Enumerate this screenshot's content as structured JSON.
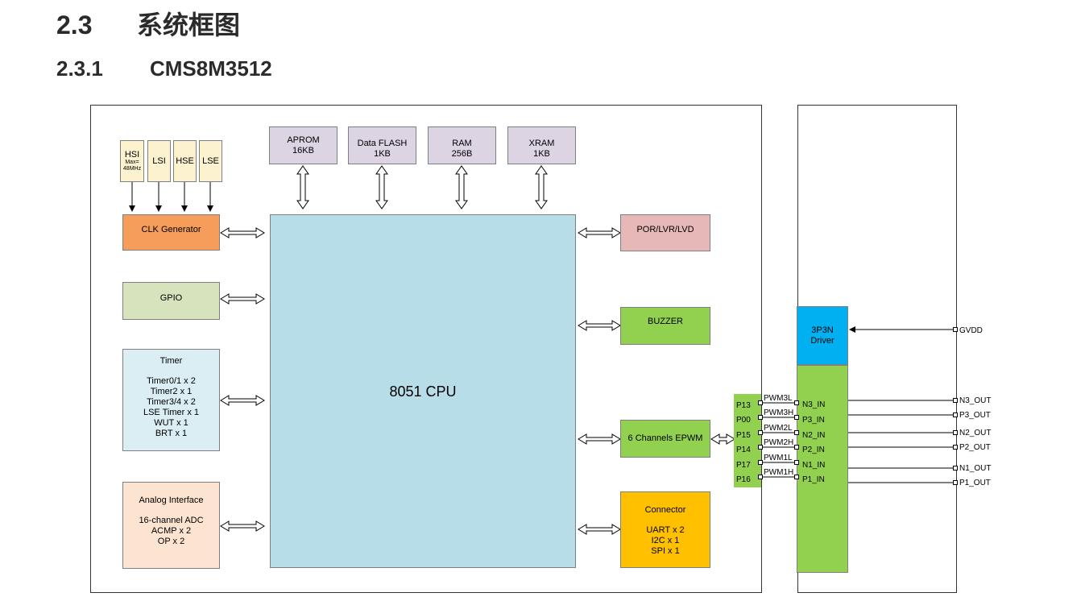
{
  "heading": {
    "number": "2.3",
    "title": "系统框图"
  },
  "subheading": {
    "number": "2.3.1",
    "title": "CMS8M3512"
  },
  "oscillators": [
    {
      "name": "HSI",
      "note1": "Max=",
      "note2": "48MHz"
    },
    {
      "name": "LSI"
    },
    {
      "name": "HSE"
    },
    {
      "name": "LSE"
    }
  ],
  "memories": [
    {
      "name": "APROM",
      "size": "16KB"
    },
    {
      "name": "Data FLASH",
      "size": "1KB"
    },
    {
      "name": "RAM",
      "size": "256B"
    },
    {
      "name": "XRAM",
      "size": "1KB"
    }
  ],
  "cpu": "8051 CPU",
  "clk_generator": "CLK Generator",
  "gpio": "GPIO",
  "timer": {
    "title": "Timer",
    "items": [
      "Timer0/1 x 2",
      "Timer2 x 1",
      "Timer3/4 x 2",
      "LSE Timer x 1",
      "WUT x 1",
      "BRT x 1"
    ]
  },
  "analog": {
    "title": "Analog Interface",
    "items": [
      "16-channel ADC",
      "ACMP x 2",
      "OP x 2"
    ]
  },
  "por": "POR/LVR/LVD",
  "buzzer": "BUZZER",
  "epwm": "6 Channels EPWM",
  "connector": {
    "title": "Connector",
    "items": [
      "UART x 2",
      "I2C x 1",
      "SPI x 1"
    ]
  },
  "driver": {
    "line1": "3P3N",
    "line2": "Driver"
  },
  "gvdd": "GVDD",
  "ports": [
    "P13",
    "P00",
    "P15",
    "P14",
    "P17",
    "P16"
  ],
  "pwm_signals": [
    "PWM3L",
    "PWM3H",
    "PWM2L",
    "PWM2H",
    "PWM1L",
    "PWM1H"
  ],
  "driver_inputs": [
    "N3_IN",
    "P3_IN",
    "N2_IN",
    "P2_IN",
    "N1_IN",
    "P1_IN"
  ],
  "driver_outputs": [
    "N3_OUT",
    "P3_OUT",
    "N2_OUT",
    "P2_OUT",
    "N1_OUT",
    "P1_OUT"
  ],
  "colors": {
    "oscillator": "#fdf2d0",
    "memory": "#dcd3e3",
    "cpu": "#b7dde8",
    "clk": "#f79d5b",
    "gpio": "#d6e3bc",
    "timer": "#daeef3",
    "analog": "#fce4d0",
    "por": "#e6b9b8",
    "green": "#92d050",
    "connector": "#ffc000",
    "driver": "#00b0f0"
  }
}
